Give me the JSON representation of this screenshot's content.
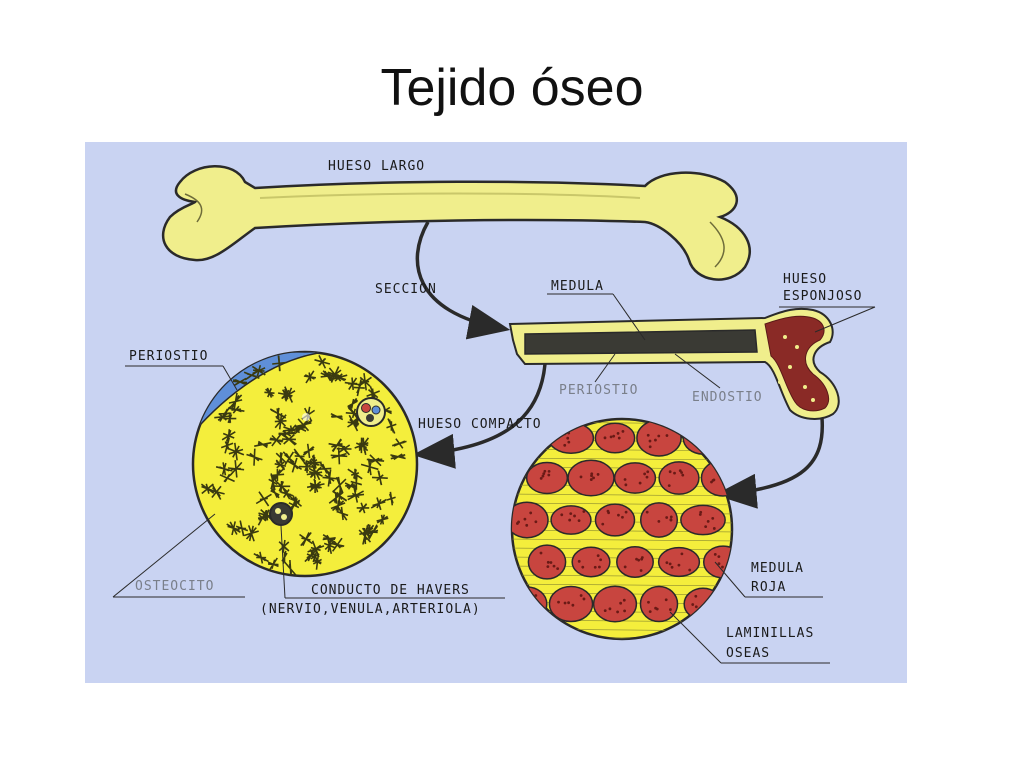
{
  "slide": {
    "title": "Tejido óseo"
  },
  "diagram": {
    "labels": {
      "hueso_largo": "HUESO  LARGO",
      "seccion": "SECCION",
      "medula": "MEDULA",
      "hueso_esponjoso_1": "HUESO",
      "hueso_esponjoso_2": "ESPONJOSO",
      "periostio_top": "PERIOSTIO",
      "periostio_bone": "PERIOSTIO",
      "endostio": "ENDOSTIO",
      "hueso_compacto": "HUESO COMPACTO",
      "osteocito": "OSTEOCITO",
      "conducto_havers": "CONDUCTO DE HAVERS",
      "havers_contents": "(NERVIO,VENULA,ARTERIOLA)",
      "medula_roja_1": "MEDULA",
      "medula_roja_2": "ROJA",
      "laminillas_1": "LAMINILLAS",
      "laminillas_2": "OSEAS"
    },
    "colors": {
      "background": "#c9d3f2",
      "bone_yellow": "#f0ee8c",
      "compact_yellow": "#f4ee3c",
      "periosteum_blue": "#5f8fd8",
      "marrow_red": "#c8453f",
      "spongy_dark": "#8a2a26",
      "outline": "#2a2a2a"
    }
  }
}
